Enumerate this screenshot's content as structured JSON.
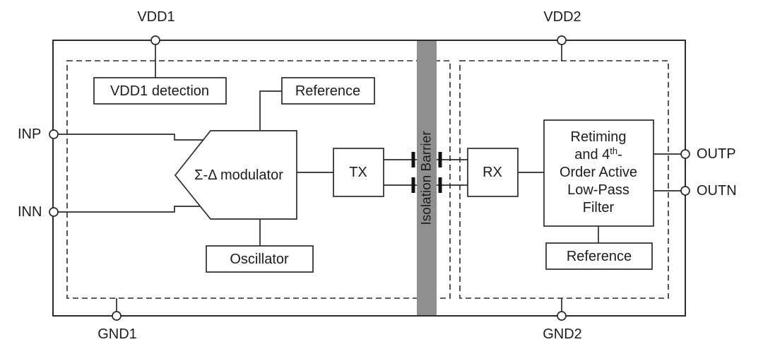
{
  "pins": {
    "vdd1": "VDD1",
    "vdd2": "VDD2",
    "gnd1": "GND1",
    "gnd2": "GND2",
    "inp": "INP",
    "inn": "INN",
    "outp": "OUTP",
    "outn": "OUTN"
  },
  "blocks": {
    "vdd1_detection": "VDD1 detection",
    "reference_top": "Reference",
    "modulator": "Σ-Δ modulator",
    "oscillator": "Oscillator",
    "tx": "TX",
    "rx": "RX",
    "reference_right": "Reference",
    "filter": {
      "line1": "Retiming",
      "line2a": "and 4",
      "line2sup": "th",
      "line2b": "-",
      "line3": "Order Active",
      "line4": "Low-Pass",
      "line5": "Filter"
    }
  },
  "barrier": {
    "label": "Isolation Barrier",
    "fill": "#8f8f8f"
  },
  "colors": {
    "line": "#2b2b2b",
    "text": "#1c1c1c",
    "background": "#ffffff"
  }
}
